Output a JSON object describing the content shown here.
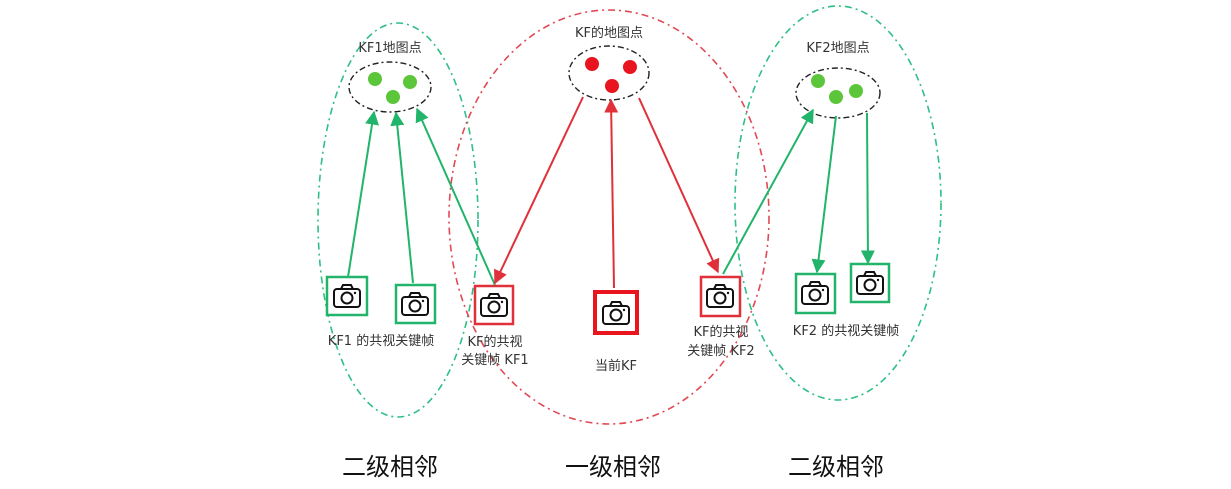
{
  "colors": {
    "green": "#21b46a",
    "red": "#e0313a",
    "green_dash": "#2fbf85",
    "red_dash": "#e04a55",
    "green_point": "#5cc63a",
    "red_point": "#e8141e"
  },
  "map_points": {
    "kf1": "KF1地图点",
    "kf": "KF的地图点",
    "kf2": "KF2地图点"
  },
  "camera_labels": {
    "kf1_covis": "KF1 的共视关键帧",
    "kf_covis_kf1_line1": "KF的共视",
    "kf_covis_kf1_line2": "关键帧 KF1",
    "current_kf": "当前KF",
    "kf_covis_kf2_line1": "KF的共视",
    "kf_covis_kf2_line2": "关键帧 KF2",
    "kf2_covis": "KF2 的共视关键帧"
  },
  "regions": {
    "left": "二级相邻",
    "center": "一级相邻",
    "right": "二级相邻"
  },
  "icons": {
    "camera": "camera-icon",
    "map_point": "map-point-dot",
    "arrow": "arrow-head"
  }
}
